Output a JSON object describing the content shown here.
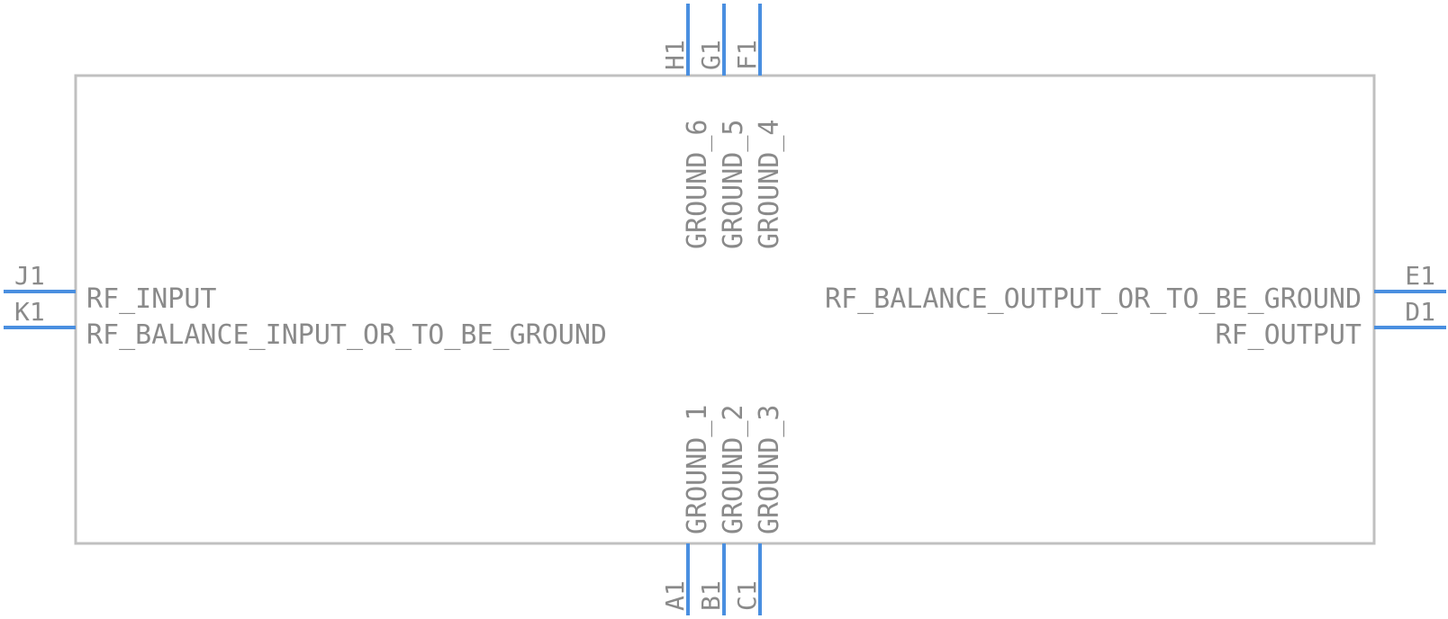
{
  "colors": {
    "pin": "#4a8fe0",
    "body_outline": "#c0c0c0",
    "text": "#8a8a8a",
    "background": "#ffffff"
  },
  "pins": {
    "left": [
      {
        "number": "J1",
        "name": "RF_INPUT"
      },
      {
        "number": "K1",
        "name": "RF_BALANCE_INPUT_OR_TO_BE_GROUND"
      }
    ],
    "right": [
      {
        "number": "E1",
        "name": "RF_BALANCE_OUTPUT_OR_TO_BE_GROUND"
      },
      {
        "number": "D1",
        "name": "RF_OUTPUT"
      }
    ],
    "top": [
      {
        "number": "H1",
        "name": "GROUND_6"
      },
      {
        "number": "G1",
        "name": "GROUND_5"
      },
      {
        "number": "F1",
        "name": "GROUND_4"
      }
    ],
    "bottom": [
      {
        "number": "A1",
        "name": "GROUND_1"
      },
      {
        "number": "B1",
        "name": "GROUND_2"
      },
      {
        "number": "C1",
        "name": "GROUND_3"
      }
    ]
  }
}
